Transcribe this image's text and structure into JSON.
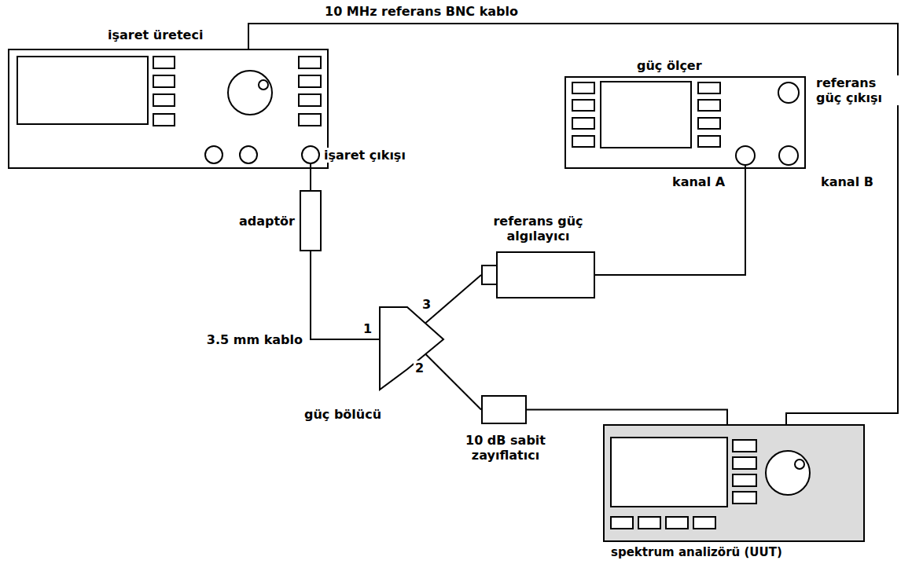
{
  "diagram": {
    "nodes": [
      {
        "text": [
          "işaret üreteci"
        ]
      },
      {
        "text": [
          "güç ölçer"
        ]
      },
      {
        "text": [
          "adaptör"
        ]
      },
      {
        "text": [
          "referans güç algılayıcı"
        ]
      },
      {
        "text": [
          "güç bölücü"
        ]
      },
      {
        "text": [
          "10 dB sabit zayıflatıcı"
        ]
      },
      {
        "text": [
          "spektrum analizörü (UUT)"
        ]
      }
    ],
    "edges": [
      {
        "from": 0,
        "to": 2,
        "arrow": "none"
      },
      {
        "from": 2,
        "to": 4,
        "label": "3.5 mm kablo",
        "arrow": "none"
      },
      {
        "from": 4,
        "to": 3,
        "arrow": "none"
      },
      {
        "from": 4,
        "to": 5,
        "arrow": "none"
      },
      {
        "from": 5,
        "to": 6,
        "arrow": "none"
      },
      {
        "from": 3,
        "to": 1,
        "arrow": "none"
      },
      {
        "from": 0,
        "to": 6,
        "label": "10 MHz referans BNC kablo",
        "arrow": "none"
      }
    ],
    "labels": [
      "işaret çıkışı",
      "referans güç çıkışı",
      "kanal A",
      "kanal B",
      "1",
      "3",
      "2"
    ]
  }
}
